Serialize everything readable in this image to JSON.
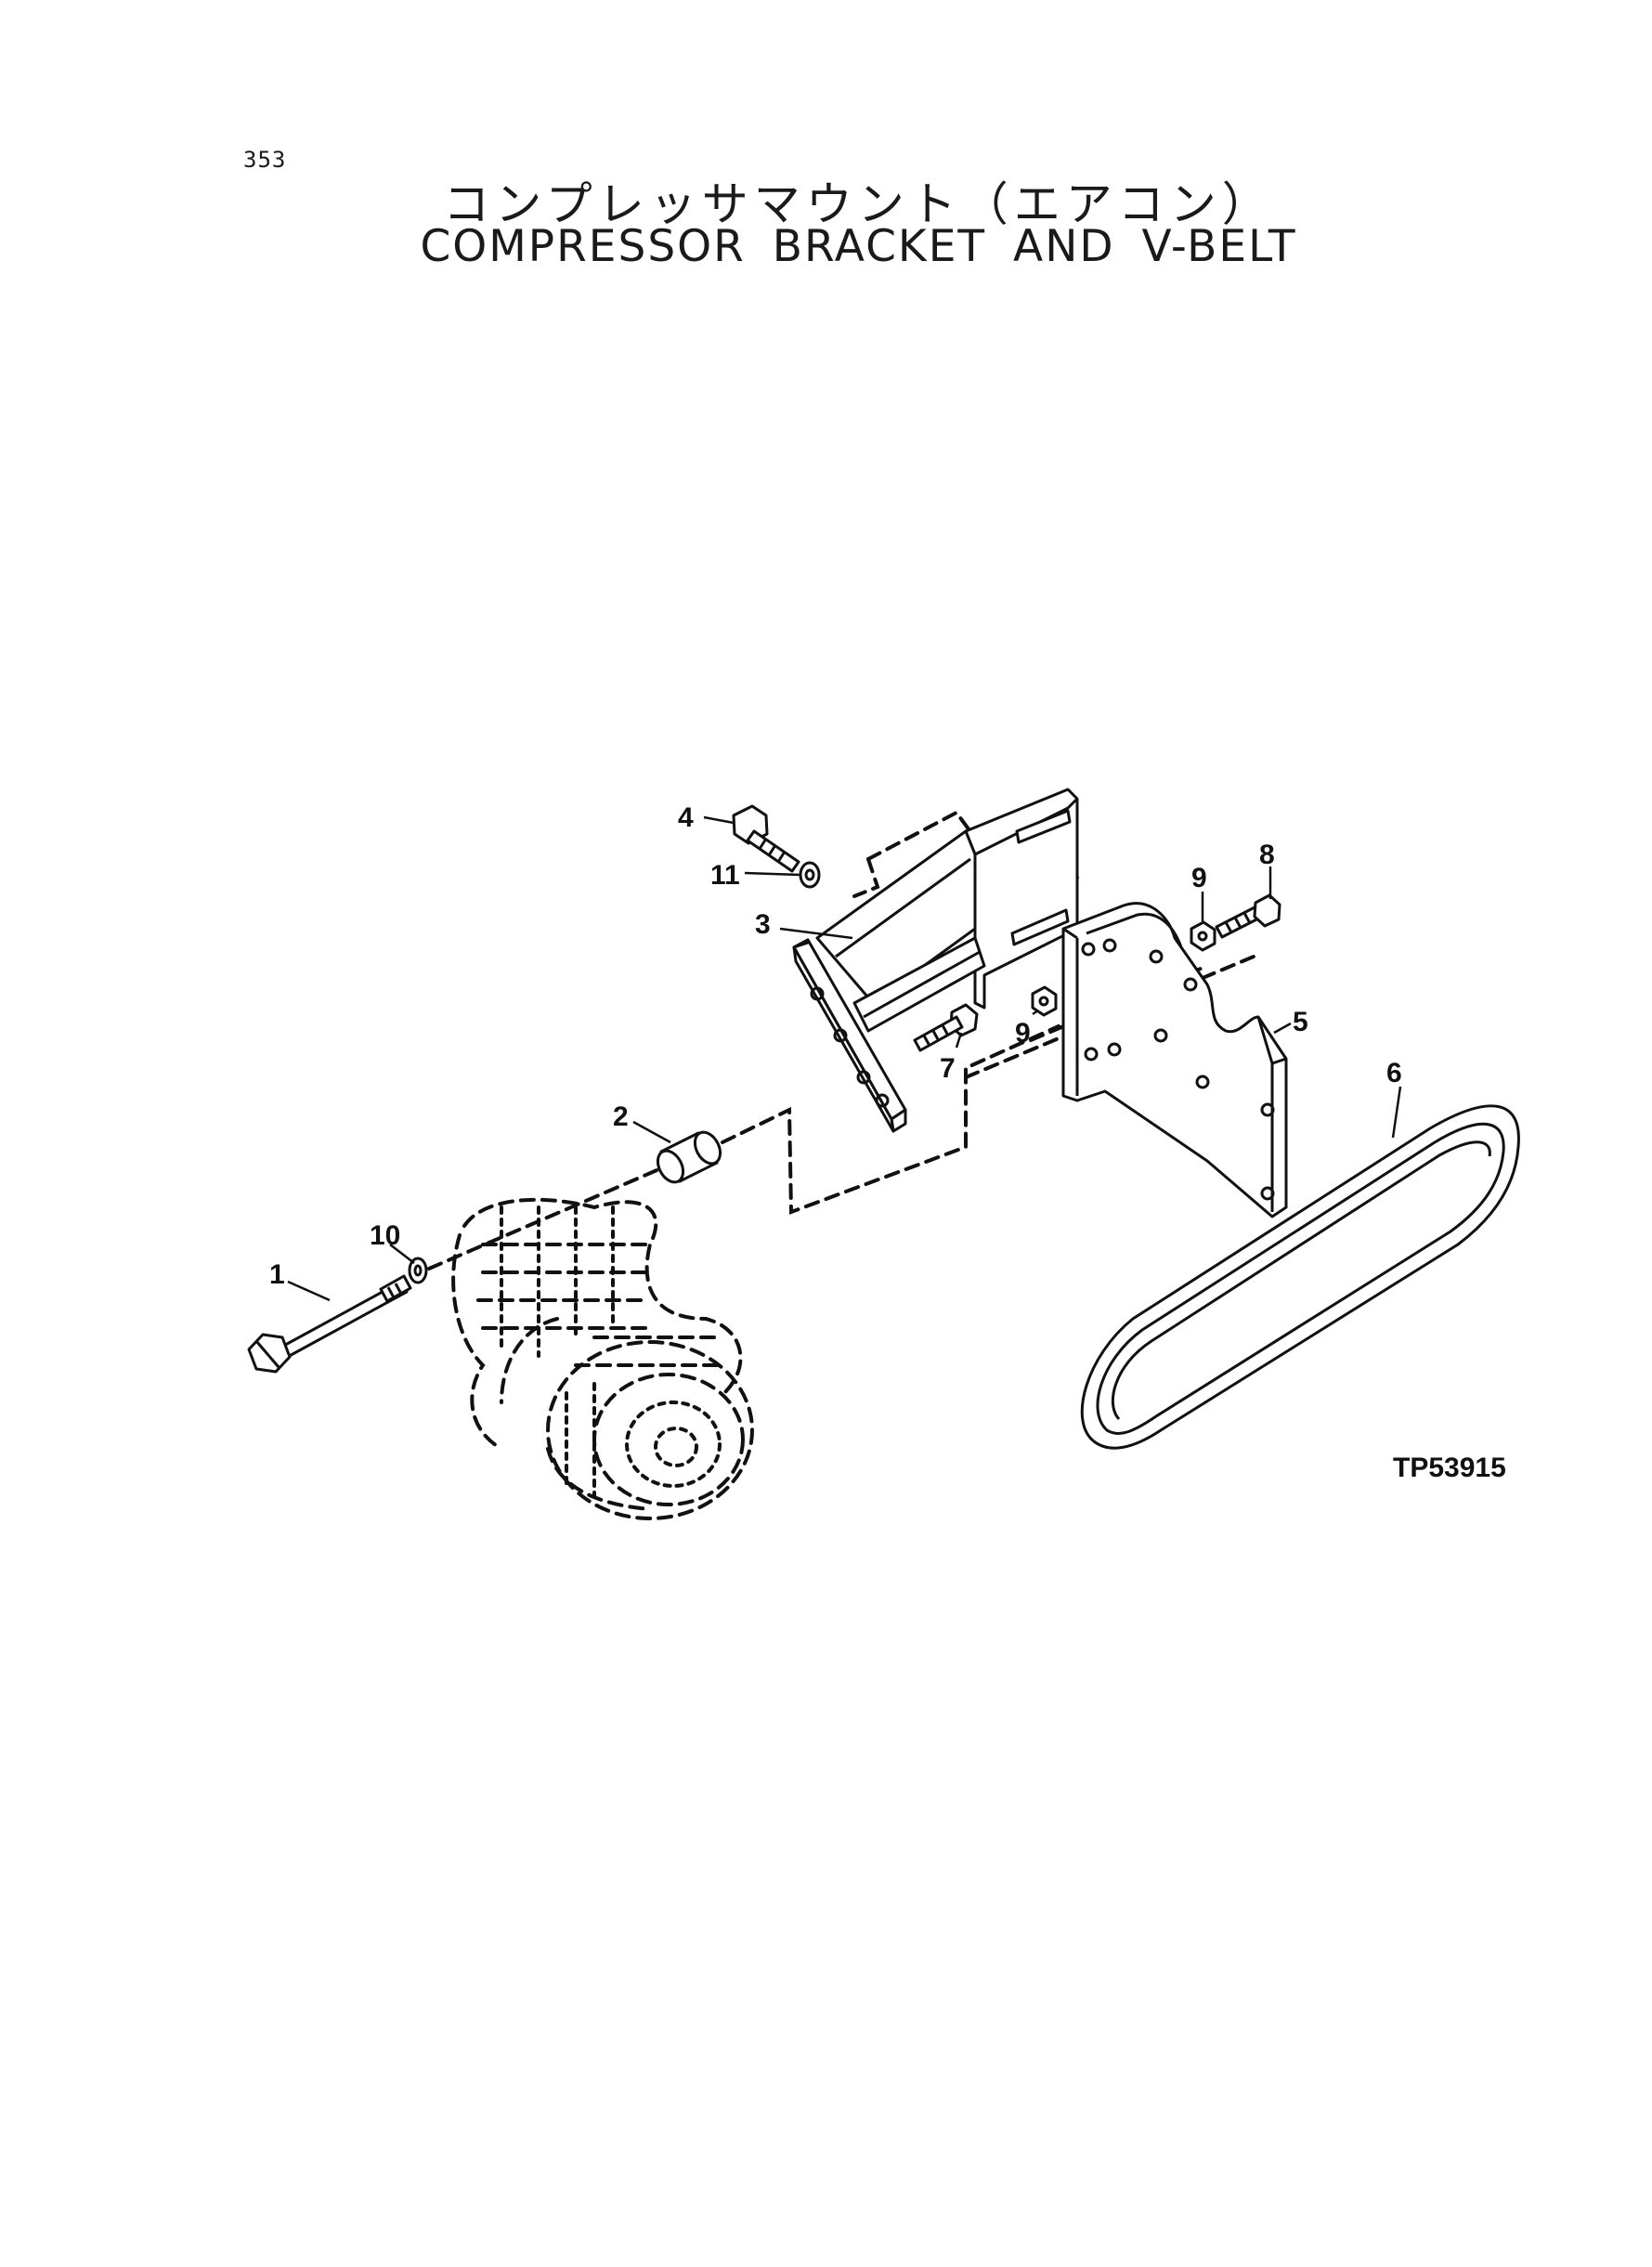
{
  "page": {
    "number": "353",
    "title_jp": "コンプレッサマウント（エアコン）",
    "title_en": "COMPRESSOR BRACKET AND V-BELT"
  },
  "figure": {
    "id": "TP53915",
    "callouts": [
      "1",
      "2",
      "3",
      "4",
      "5",
      "6",
      "7",
      "8",
      "9",
      "9",
      "10",
      "11"
    ]
  }
}
